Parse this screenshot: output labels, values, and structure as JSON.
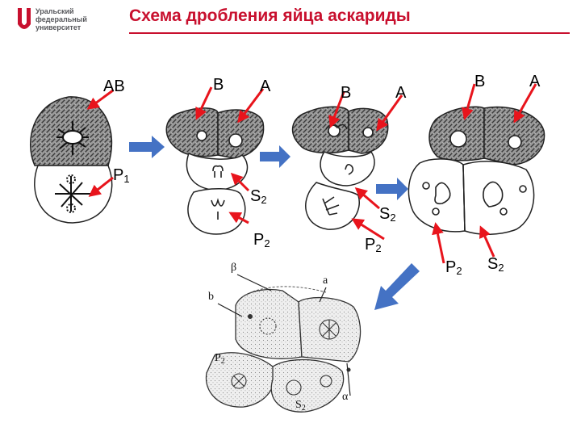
{
  "header": {
    "logo_text": "Уральский\nфедеральный\nуниверситет",
    "title": "Схема дробления яйца аскариды",
    "accent_color": "#c8102e"
  },
  "stage1": {
    "top_label": "AB",
    "bottom_label": "P",
    "bottom_sub": "1"
  },
  "stage2": {
    "label_b": "B",
    "label_a": "A",
    "label_s": "S",
    "label_s_sub": "2",
    "label_p": "P",
    "label_p_sub": "2"
  },
  "stage3": {
    "label_b": "B",
    "label_a": "A",
    "label_s": "S",
    "label_s_sub": "2",
    "label_p": "P",
    "label_p_sub": "2"
  },
  "stage4": {
    "label_b": "B",
    "label_a": "A",
    "label_p": "P",
    "label_p_sub": "2",
    "label_s": "S",
    "label_s_sub": "2"
  },
  "stage5": {
    "beta": "β",
    "a": "a",
    "b": "b",
    "p": "P",
    "p_sub": "2",
    "s": "S",
    "s_sub": "2",
    "alpha": "α"
  },
  "colors": {
    "arrow_red": "#e8141c",
    "arrow_blue": "#4472c4"
  }
}
